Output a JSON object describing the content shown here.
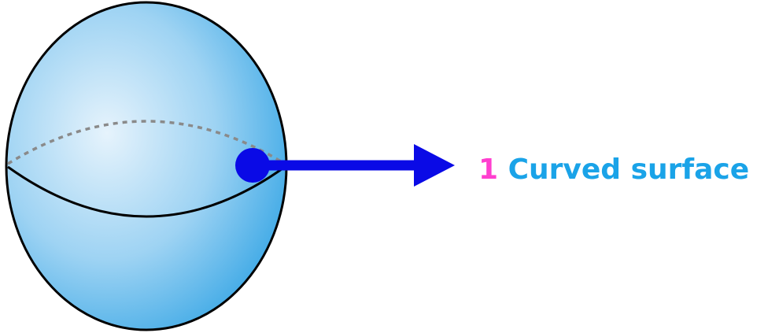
{
  "label": {
    "count": "1",
    "text": "Curved surface"
  },
  "colors": {
    "count": "#ff3fcf",
    "text": "#1aa3e8",
    "arrow": "#0a0ae6",
    "sphere_light": "#e6f3fc",
    "sphere_mid": "#9ed3f3",
    "sphere_dark": "#3ea9e6",
    "outline": "#000000",
    "dashed": "#8a8a8a"
  },
  "icons": {
    "shape": "sphere",
    "pointer": "arrow-right"
  }
}
